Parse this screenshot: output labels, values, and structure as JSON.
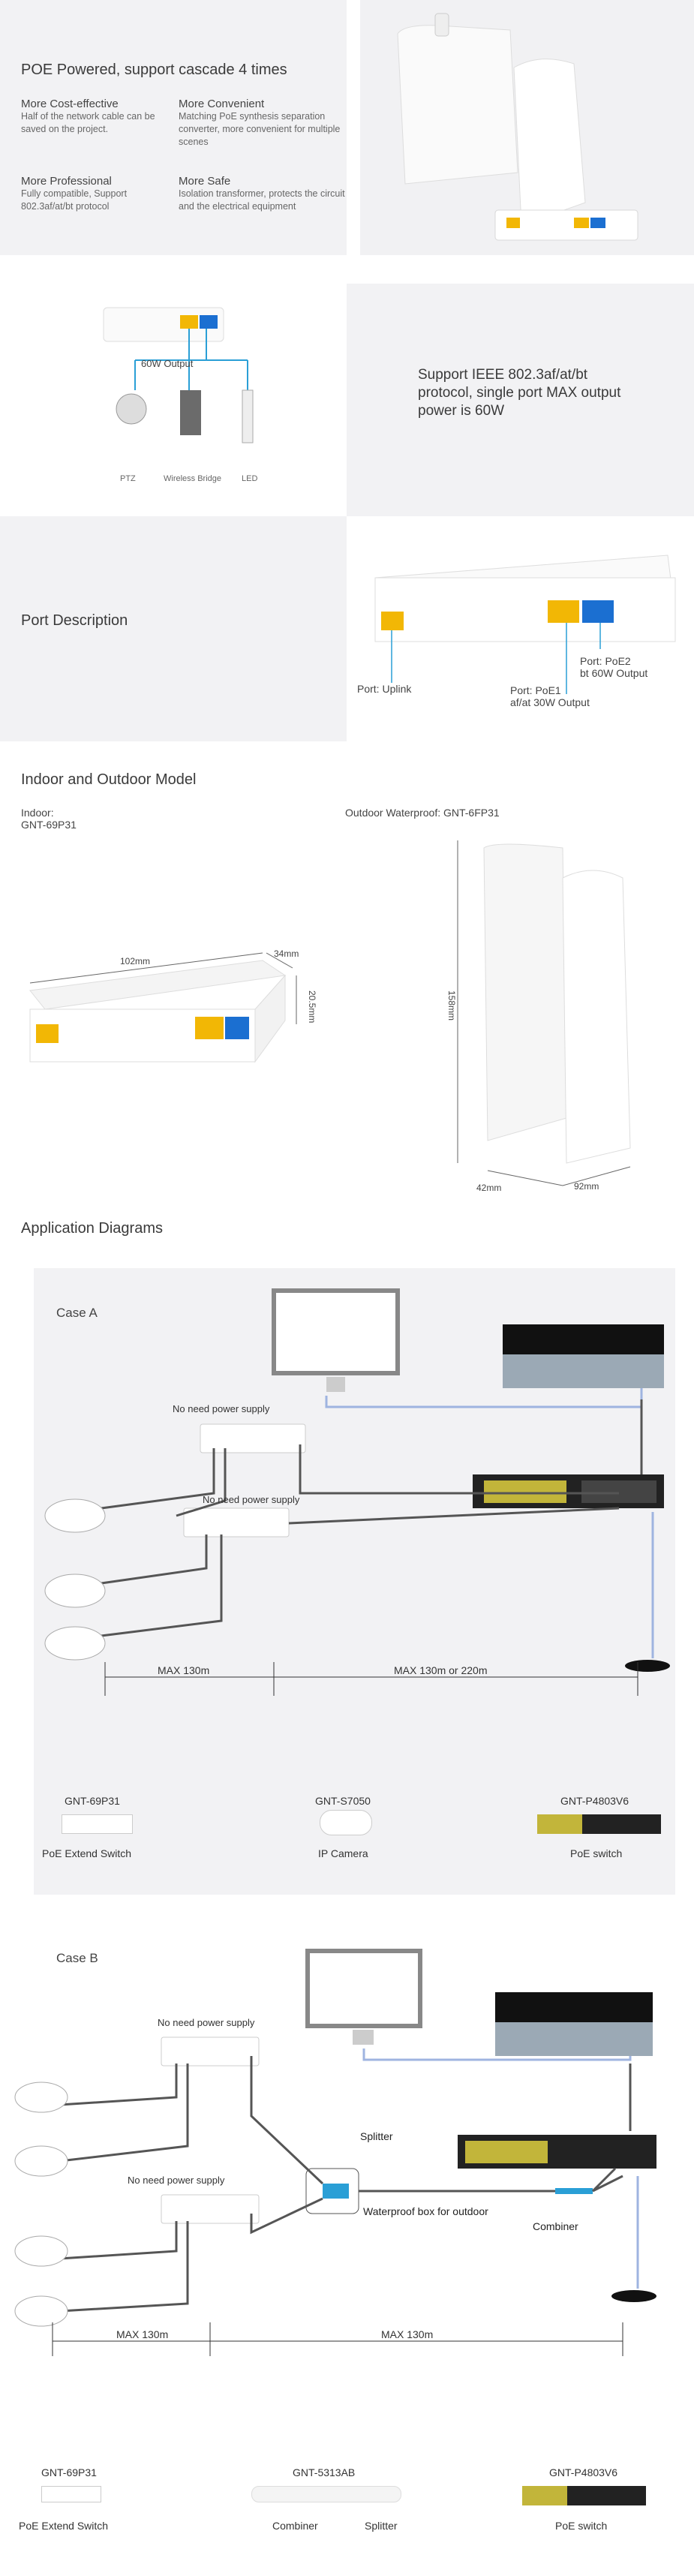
{
  "s1": {
    "title": "POE Powered, support cascade 4 times",
    "features": [
      {
        "title": "More Cost-effective",
        "desc": "Half of the network cable can be saved on the project."
      },
      {
        "title": "More Convenient",
        "desc": "Matching PoE synthesis separation converter, more convenient for multiple scenes"
      },
      {
        "title": "More Professional",
        "desc": "Fully compatible, Support 802.3af/at/bt protocol"
      },
      {
        "title": "More Safe",
        "desc": "Isolation transformer, protects the circuit and the electrical equipment"
      }
    ]
  },
  "s2": {
    "output_label": "60W Output",
    "devices": [
      "PTZ",
      "Wireless Bridge",
      "LED"
    ],
    "text": "Support IEEE 802.3af/at/bt protocol, single port MAX output power is 60W"
  },
  "s3": {
    "title": "Port Description",
    "uplink": "Port: Uplink",
    "poe1_a": "Port: PoE1",
    "poe1_b": "af/at 30W Output",
    "poe2_a": "Port: PoE2",
    "poe2_b": "bt 60W Output"
  },
  "s4": {
    "title": "Indoor and Outdoor Model",
    "indoor_a": "Indoor:",
    "indoor_b": "GNT-69P31",
    "outdoor": "Outdoor Waterproof: GNT-6FP31",
    "dims_in": [
      "102mm",
      "34mm",
      "20.5mm"
    ],
    "dims_out": [
      "158mm",
      "42mm",
      "92mm"
    ]
  },
  "s5": {
    "title": "Application Diagrams",
    "caseA": {
      "label": "Case A",
      "no_power_1": "No need power supply",
      "no_power_2": "No need power supply",
      "max1": "MAX  130m",
      "max2": "MAX  130m or 220m",
      "products": [
        {
          "model": "GNT-69P31",
          "name": "PoE Extend Switch"
        },
        {
          "model": "GNT-S7050",
          "name": "IP Camera"
        },
        {
          "model": "GNT-P4803V6",
          "name": "PoE switch"
        }
      ]
    },
    "caseB": {
      "label": "Case B",
      "no_power_1": "No need power supply",
      "no_power_2": "No need power supply",
      "splitter": "Splitter",
      "waterproof": "Waterproof box for outdoor",
      "combiner": "Combiner",
      "max1": "MAX  130m",
      "max2": "MAX  130m",
      "products": [
        {
          "model": "GNT-69P31",
          "name": "PoE Extend Switch"
        },
        {
          "model": "GNT-5313AB",
          "name": "Combiner",
          "name2": "Splitter"
        },
        {
          "model": "GNT-P4803V6",
          "name": "PoE switch"
        }
      ]
    }
  },
  "colors": {
    "port_yellow": "#f2b705",
    "port_blue": "#1b6fd1",
    "cable_blue": "#2a9fd6",
    "bg_gray": "#f2f2f4"
  }
}
